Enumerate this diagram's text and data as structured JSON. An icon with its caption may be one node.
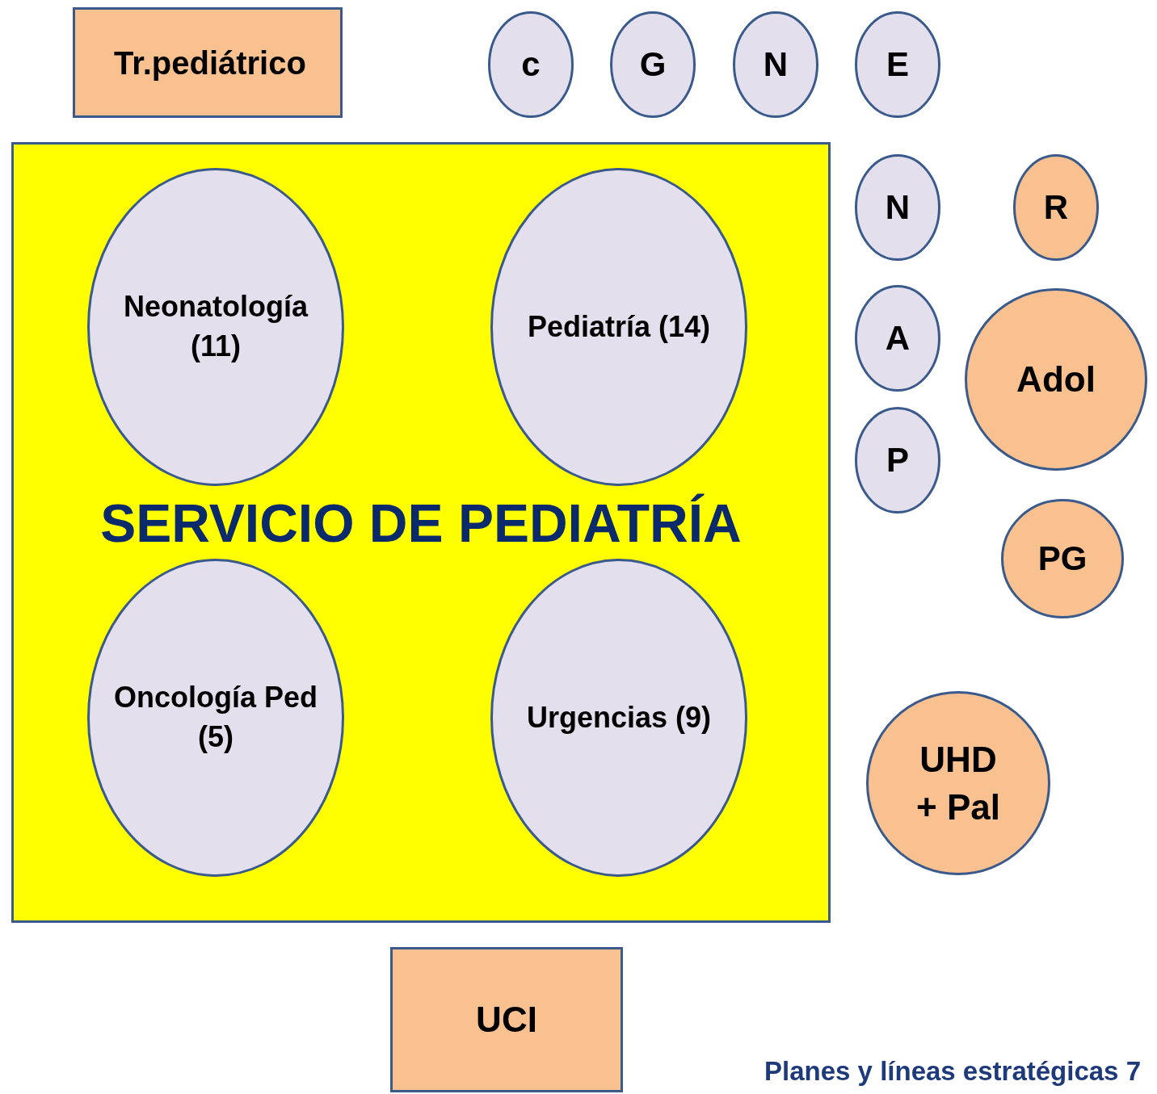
{
  "diagram": {
    "nodes": [
      {
        "text": [
          "Tr.pediátrico"
        ]
      },
      {
        "text": [
          "c"
        ]
      },
      {
        "text": [
          "G"
        ]
      },
      {
        "text": [
          "N"
        ]
      },
      {
        "text": [
          "E"
        ]
      },
      {
        "text": [
          "SERVICIO DE PEDIATRÍA"
        ]
      },
      {
        "text": [
          "Neonatología (11)"
        ],
        "in": 5
      },
      {
        "text": [
          "Pediatría (14)"
        ],
        "in": 5
      },
      {
        "text": [
          "Oncología Ped (5)"
        ],
        "in": 5
      },
      {
        "text": [
          "Urgencias (9)"
        ],
        "in": 5
      },
      {
        "text": [
          "N"
        ]
      },
      {
        "text": [
          "R"
        ]
      },
      {
        "text": [
          "A"
        ]
      },
      {
        "text": [
          "Adol"
        ]
      },
      {
        "text": [
          "P"
        ]
      },
      {
        "text": [
          "PG"
        ]
      },
      {
        "text": [
          "UHD + Pal"
        ]
      },
      {
        "text": [
          "UCI"
        ]
      }
    ],
    "labels": [
      "Planes y líneas estratégicas 7"
    ]
  }
}
